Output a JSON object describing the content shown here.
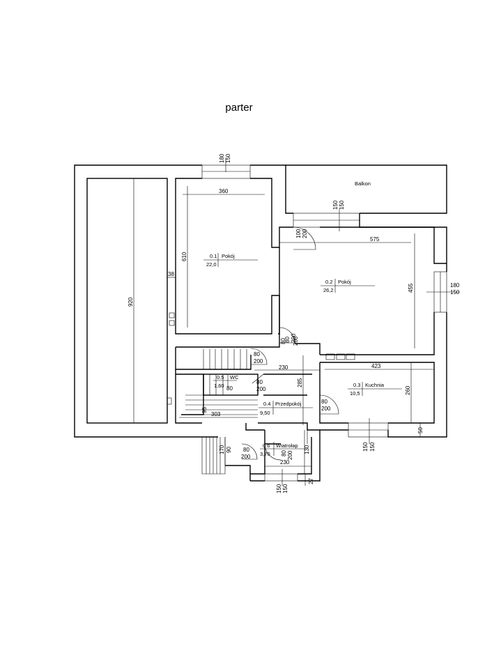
{
  "title": "parter",
  "rooms": [
    {
      "id": "r01",
      "number": "0.1",
      "name": "Pokój",
      "area": "22,0"
    },
    {
      "id": "r02",
      "number": "0.2",
      "name": "Pokój",
      "area": "26,2"
    },
    {
      "id": "r03",
      "number": "0.3",
      "name": "Kuchnia",
      "area": "10,5"
    },
    {
      "id": "r04",
      "number": "0.4",
      "name": "Przedpokój",
      "area": "9,50"
    },
    {
      "id": "r05",
      "number": "0.5",
      "name": "WC",
      "area": "1,60"
    },
    {
      "id": "r06",
      "number": "0.6",
      "name": "Wiatrołap",
      "area": "3,70"
    }
  ],
  "balcony_label": "Balkon",
  "dimensions": {
    "left_height": "920",
    "left_gap": "38",
    "room1_width": "360",
    "room1_height": "610",
    "room2_width": "575",
    "room2_height": "455",
    "hall_width": "230",
    "hall_height": "285",
    "kitchen_width": "423",
    "kitchen_height": "260",
    "stair_width": "303",
    "stair_height": "95",
    "wc_width": "80",
    "vest_width": "230",
    "vest_height": "130",
    "vest_small": "27",
    "small_40": "50",
    "stair_ext": "170",
    "stair_ext2": "90"
  },
  "windows": [
    {
      "id": "w_top",
      "a": "180",
      "b": "150"
    },
    {
      "id": "w_right",
      "a": "180",
      "b": "150"
    },
    {
      "id": "w_balcony",
      "a": "150",
      "b": "150"
    },
    {
      "id": "w_kitchen",
      "a": "150",
      "b": "150"
    },
    {
      "id": "w_vest",
      "a": "150",
      "b": "150"
    }
  ],
  "doors": [
    {
      "id": "d_balcony",
      "a": "100",
      "b": "200"
    },
    {
      "id": "d_room1",
      "a": "80",
      "b": "200"
    },
    {
      "id": "d_hall",
      "a": "80",
      "b": "200"
    },
    {
      "id": "d_wc",
      "a": "80",
      "b": "200"
    },
    {
      "id": "d_kitchen",
      "a": "80",
      "b": "200"
    },
    {
      "id": "d_vest",
      "a": "80",
      "b": "200"
    },
    {
      "id": "d_entry",
      "a": "80",
      "b": "200"
    },
    {
      "id": "d_room2",
      "a": "80",
      "b": "200"
    }
  ]
}
